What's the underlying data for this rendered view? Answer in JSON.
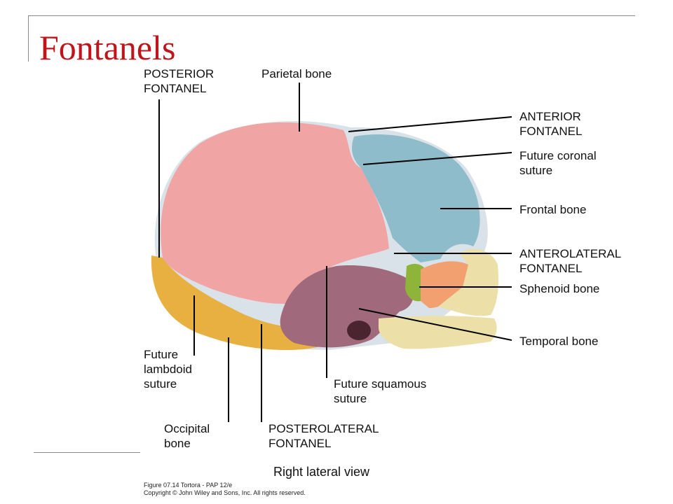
{
  "title": "Fontanels",
  "labels": {
    "posterior_fontanel": [
      "POSTERIOR",
      "FONTANEL"
    ],
    "parietal_bone": "Parietal bone",
    "anterior_fontanel": [
      "ANTERIOR",
      "FONTANEL"
    ],
    "future_coronal_suture": [
      "Future coronal",
      "suture"
    ],
    "frontal_bone": "Frontal bone",
    "anterolateral_fontanel": [
      "ANTEROLATERAL",
      "FONTANEL"
    ],
    "sphenoid_bone": "Sphenoid bone",
    "temporal_bone": "Temporal bone",
    "future_lambdoid_suture": [
      "Future",
      "lambdoid",
      "suture"
    ],
    "future_squamous_suture": [
      "Future squamous",
      "suture"
    ],
    "occipital_bone": [
      "Occipital",
      "bone"
    ],
    "posterolateral_fontanel": [
      "POSTEROLATERAL",
      "FONTANEL"
    ]
  },
  "caption": "Right lateral view",
  "credit": [
    "Figure 07.14  Tortora - PAP 12/e",
    "Copyright © John Wiley and Sons, Inc. All rights reserved."
  ],
  "colors": {
    "title": "#c0141b",
    "parietal": "#f0a4a4",
    "frontal": "#8fbccb",
    "occipital": "#e8b040",
    "temporal": "#a06a7c",
    "sphenoid": "#f2a070",
    "green_bone": "#8eb53a",
    "facial": "#ece0a8",
    "suture": "#d9e2e8"
  }
}
